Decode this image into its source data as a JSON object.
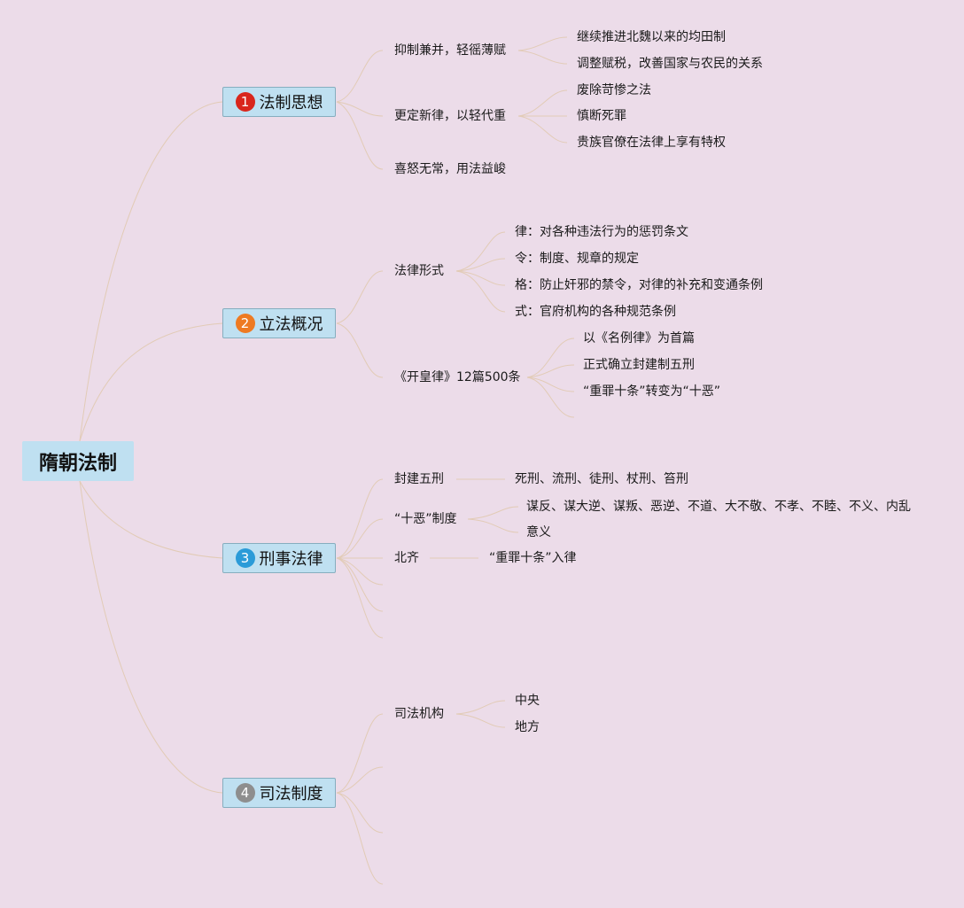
{
  "root": {
    "label": "隋朝法制"
  },
  "colors": {
    "badge1": "#d9261c",
    "badge2": "#ee7a22",
    "badge3": "#2b9bd8",
    "badge4": "#8e8e8e"
  },
  "branches": [
    {
      "number": "1",
      "label": "法制思想",
      "children": [
        {
          "label": "抑制兼并，轻徭薄赋",
          "children": [
            "继续推进北魏以来的均田制",
            "调整赋税，改善国家与农民的关系"
          ]
        },
        {
          "label": "更定新律，以轻代重",
          "children": [
            "废除苛惨之法",
            "慎断死罪",
            "贵族官僚在法律上享有特权"
          ]
        },
        {
          "label": "喜怒无常，用法益峻",
          "children": []
        }
      ]
    },
    {
      "number": "2",
      "label": "立法概况",
      "children": [
        {
          "label": "法律形式",
          "children": [
            "律：对各种违法行为的惩罚条文",
            "令：制度、规章的规定",
            "格：防止奸邪的禁令，对律的补充和变通条例",
            "式：官府机构的各种规范条例"
          ]
        },
        {
          "label": "《开皇律》12篇500条",
          "children": [
            "以《名例律》为首篇",
            "正式确立封建制五刑",
            "“重罪十条”转变为“十恶”"
          ]
        }
      ]
    },
    {
      "number": "3",
      "label": "刑事法律",
      "children": [
        {
          "label": "封建五刑",
          "children": [
            "死刑、流刑、徒刑、杖刑、笞刑"
          ]
        },
        {
          "label": "“十恶”制度",
          "children": [
            "谋反、谋大逆、谋叛、恶逆、不道、大不敬、不孝、不睦、不义、内乱",
            "意义"
          ]
        },
        {
          "label": "北齐",
          "children": [
            "“重罪十条”入律"
          ]
        }
      ]
    },
    {
      "number": "4",
      "label": "司法制度",
      "children": [
        {
          "label": "司法机构",
          "children": [
            "中央",
            "地方"
          ]
        }
      ]
    }
  ]
}
